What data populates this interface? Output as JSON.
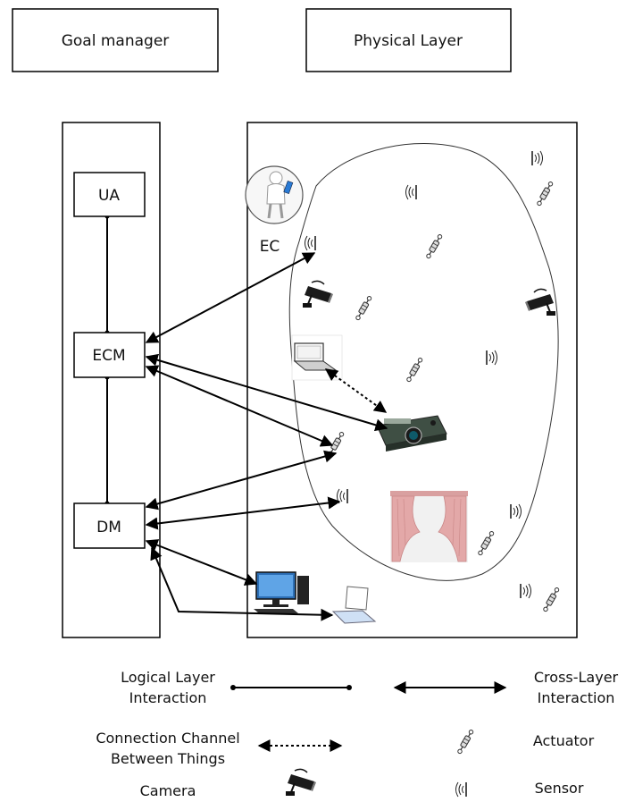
{
  "header": {
    "goal_manager": "Goal manager",
    "physical_layer": "Physical Layer"
  },
  "logical": {
    "ua": "UA",
    "ecm": "ECM",
    "dm": "DM"
  },
  "physical": {
    "ec_label": "EC"
  },
  "legend": {
    "logical_line1": "Logical Layer",
    "logical_line2": "Interaction",
    "cross_line1": "Cross-Layer",
    "cross_line2": "Interaction",
    "channel_line1": "Connection Channel",
    "channel_line2": "Between Things",
    "actuator": "Actuator",
    "camera": "Camera",
    "sensor": "Sensor"
  },
  "icons": {
    "ec": "user-with-tablet-icon",
    "sensor": "sensor-waves-icon",
    "actuator": "actuator-icon",
    "camera": "camera-icon",
    "laptop": "laptop-icon",
    "projector": "projector-icon",
    "curtain": "curtain-icon",
    "desktop": "desktop-computer-icon"
  }
}
